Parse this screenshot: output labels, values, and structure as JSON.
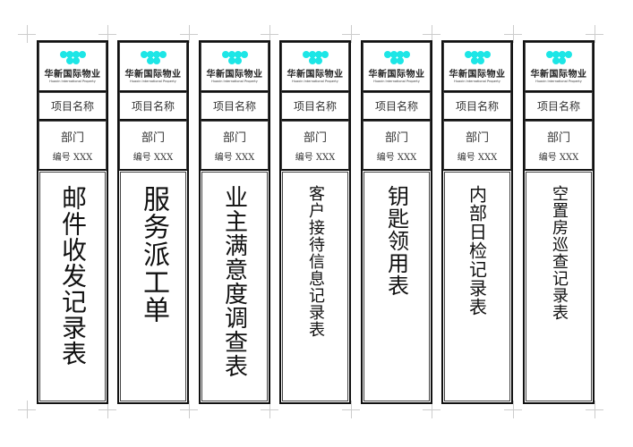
{
  "logo": {
    "brand": "华新国际物业",
    "english": "Huaxin International Property",
    "color": "#1de6e6"
  },
  "labels": [
    {
      "project": "项目名称",
      "dept": "部门",
      "code": "编号 XXX",
      "title": "邮件收发记录表"
    },
    {
      "project": "项目名称",
      "dept": "部门",
      "code": "编号 XXX",
      "title": "服务派工单"
    },
    {
      "project": "项目名称",
      "dept": "部门",
      "code": "编号 XXX",
      "title": "业主满意度调查表"
    },
    {
      "project": "项目名称",
      "dept": "部门",
      "code": "编号 XXX",
      "title": "客户接待信息记录表"
    },
    {
      "project": "项目名称",
      "dept": "部门",
      "code": "编号 XXX",
      "title": "钥匙领用表"
    },
    {
      "project": "项目名称",
      "dept": "部门",
      "code": "编号 XXX",
      "title": "内部日检记录表"
    },
    {
      "project": "项目名称",
      "dept": "部门",
      "code": "编号 XXX",
      "title": "空置房巡查记录表"
    }
  ]
}
